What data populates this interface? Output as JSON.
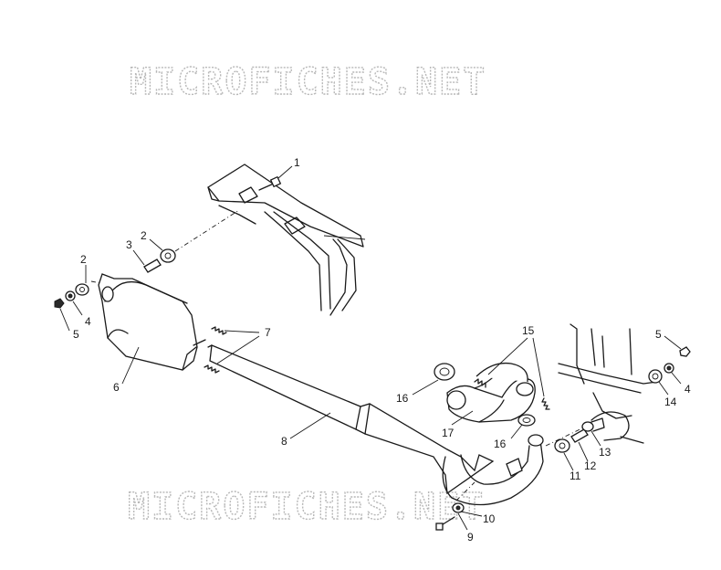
{
  "watermark": {
    "text": "MICROFICHES.NET"
  },
  "callouts": {
    "c1": "1",
    "c2a": "2",
    "c2b": "2",
    "c3": "3",
    "c4a": "4",
    "c4b": "4",
    "c5a": "5",
    "c5b": "5",
    "c6": "6",
    "c7": "7",
    "c8": "8",
    "c9": "9",
    "c10": "10",
    "c11": "11",
    "c12": "12",
    "c13": "13",
    "c14": "14",
    "c15": "15",
    "c16a": "16",
    "c16b": "16",
    "c17": "17"
  }
}
